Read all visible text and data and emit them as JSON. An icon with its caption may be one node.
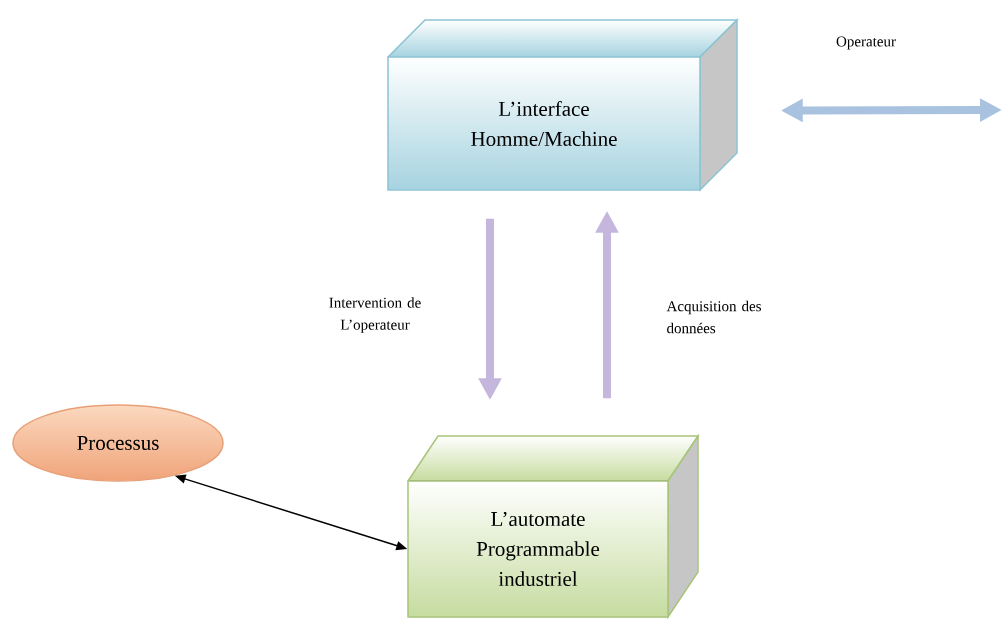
{
  "diagram": {
    "nodes": [
      {
        "text": [
          "L’interface Homme/Machine"
        ]
      },
      {
        "text": [
          "L’automate Programmable industriel"
        ]
      },
      {
        "text": [
          "Processus"
        ]
      }
    ],
    "edges": [
      {
        "from": 0,
        "to": 1,
        "arrow": "to",
        "label": "Intervention de L’operateur",
        "color": "#c5b6dd"
      },
      {
        "from": 1,
        "to": 0,
        "arrow": "to",
        "label": "Acquisition des données",
        "color": "#c5b6dd"
      },
      {
        "from": 0,
        "to": null,
        "arrow": "both",
        "label": "Operateur",
        "color": "#a9c2e0"
      },
      {
        "from": 2,
        "to": 1,
        "arrow": "both",
        "color": "#000000"
      }
    ]
  }
}
